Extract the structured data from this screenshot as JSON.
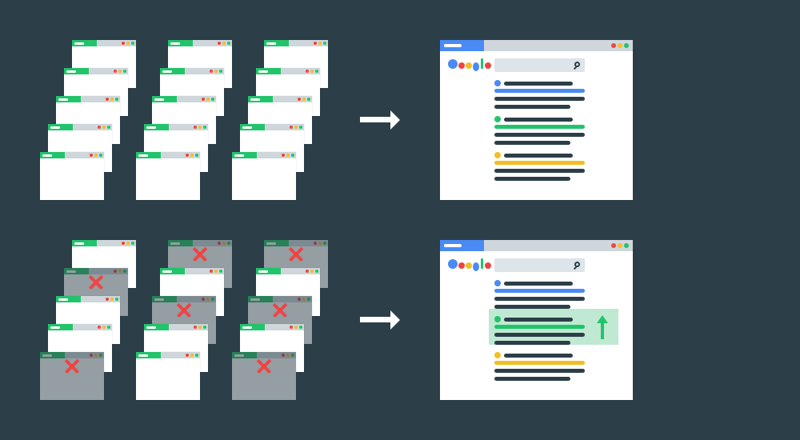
{
  "colors": {
    "background": "#2c3e48",
    "window": "#ffffff",
    "window_bar": "#cfd6dc",
    "window_tab": "#22c46b",
    "brand_tab": "#4a8af4",
    "dark_line": "#2c3e48",
    "blue": "#4a8af4",
    "red": "#ef4444",
    "yellow": "#f3be23",
    "green": "#22c46b",
    "highlight": "#bfe9d2"
  },
  "icons": {
    "rejected_mark": "close-icon",
    "flow_arrow": "arrow-right-icon",
    "search": "search-icon",
    "rank_up": "arrow-up-icon",
    "window_controls": "traffic-light-dots-icon",
    "brand_logo": "google-logo"
  },
  "top_row": {
    "stacks": [
      {
        "windows": [
          {
            "rejected": false
          },
          {
            "rejected": false
          },
          {
            "rejected": false
          },
          {
            "rejected": false
          },
          {
            "rejected": false
          }
        ]
      },
      {
        "windows": [
          {
            "rejected": false
          },
          {
            "rejected": false
          },
          {
            "rejected": false
          },
          {
            "rejected": false
          },
          {
            "rejected": false
          }
        ]
      },
      {
        "windows": [
          {
            "rejected": false
          },
          {
            "rejected": false
          },
          {
            "rejected": false
          },
          {
            "rejected": false
          },
          {
            "rejected": false
          }
        ]
      }
    ],
    "results": [
      {
        "color": "blue"
      },
      {
        "color": "green"
      },
      {
        "color": "yellow"
      }
    ],
    "highlighted_result": null
  },
  "bottom_row": {
    "stacks": [
      {
        "windows": [
          {
            "rejected": false
          },
          {
            "rejected": true
          },
          {
            "rejected": false
          },
          {
            "rejected": false
          },
          {
            "rejected": true
          }
        ]
      },
      {
        "windows": [
          {
            "rejected": true
          },
          {
            "rejected": false
          },
          {
            "rejected": true
          },
          {
            "rejected": false
          },
          {
            "rejected": false
          }
        ]
      },
      {
        "windows": [
          {
            "rejected": true
          },
          {
            "rejected": false
          },
          {
            "rejected": true
          },
          {
            "rejected": false
          },
          {
            "rejected": true
          }
        ]
      }
    ],
    "results": [
      {
        "color": "blue"
      },
      {
        "color": "green"
      },
      {
        "color": "yellow"
      }
    ],
    "highlighted_result": 1
  }
}
